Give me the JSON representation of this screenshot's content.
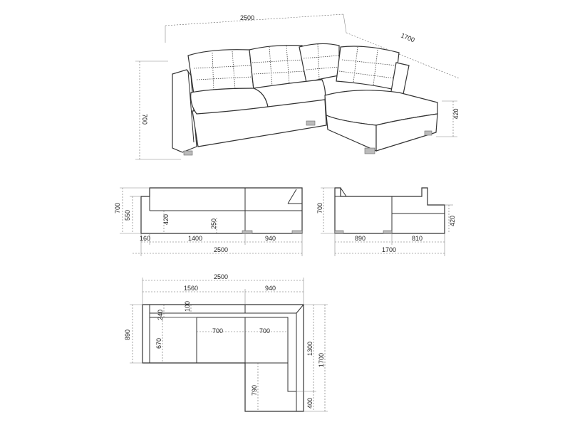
{
  "labels": {
    "persp_width": "2500",
    "persp_depth": "1700",
    "persp_height": "700",
    "persp_chaise_h": "420",
    "front_h_total": "700",
    "front_h_back": "550",
    "front_h_seat": "420",
    "front_h_inner": "250",
    "front_w_arm": "160",
    "front_w_mid": "1400",
    "front_w_chaise": "940",
    "front_w_total": "2500",
    "side_h_total": "700",
    "side_h_seat": "420",
    "side_w_a": "890",
    "side_w_b": "810",
    "side_w_total": "1700",
    "top_w_total": "2500",
    "top_w_main": "1560",
    "top_w_chaise": "940",
    "top_d_back": "240",
    "top_d_cushion": "100",
    "top_d_depth": "890",
    "top_d_seat": "670",
    "top_w_cush1": "700",
    "top_w_cush2": "700",
    "top_d_chaise": "1300",
    "top_d_total": "1700",
    "top_d_chaise_seat": "790",
    "top_d_chaise_end": "400"
  }
}
